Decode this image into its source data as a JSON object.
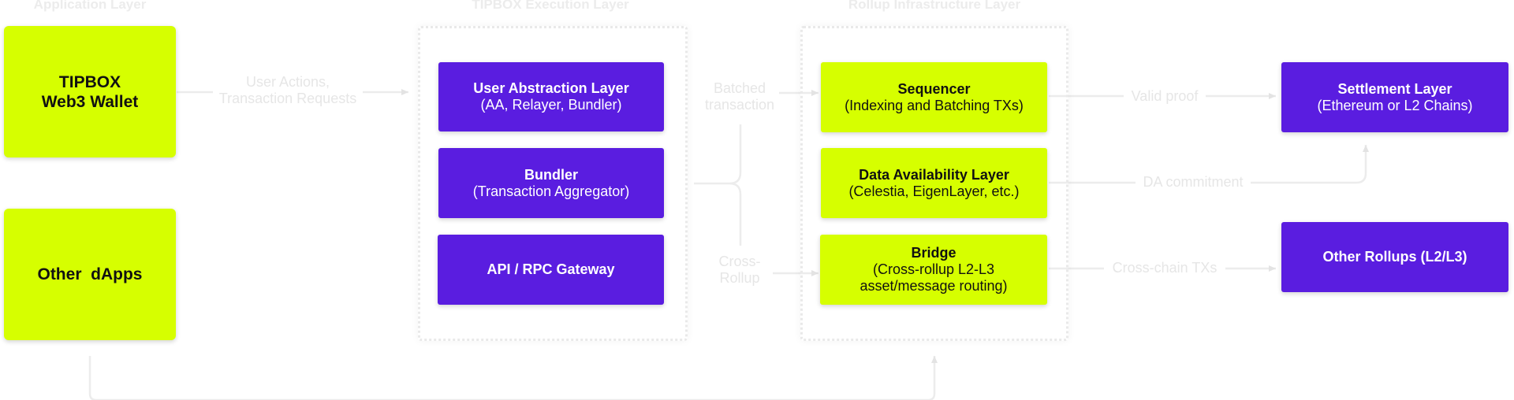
{
  "layers": {
    "application": "Application Layer",
    "execution": "TIPBOX Execution Layer",
    "rollup": "Rollup Infrastructure Layer"
  },
  "application": {
    "wallet": {
      "line1": "TIPBOX",
      "line2": "Web3 Wallet"
    },
    "dapps": "Other  dApps"
  },
  "execution": {
    "user_abstraction": {
      "title": "User Abstraction Layer",
      "sub": "(AA, Relayer, Bundler)"
    },
    "bundler": {
      "title": "Bundler",
      "sub": "(Transaction Aggregator)"
    },
    "gateway": {
      "title": "API / RPC Gateway"
    }
  },
  "rollup": {
    "sequencer": {
      "title": "Sequencer",
      "sub": "(Indexing and Batching TXs)"
    },
    "data_availability": {
      "title": "Data Availability Layer",
      "sub": "(Celestia, EigenLayer, etc.)"
    },
    "bridge": {
      "title": "Bridge",
      "sub1": "(Cross-rollup L2-L3",
      "sub2": "asset/message routing)"
    }
  },
  "targets": {
    "settlement": {
      "title": "Settlement Layer",
      "sub": "(Ethereum or L2 Chains)"
    },
    "other_rollups": {
      "title": "Other Rollups (L2/L3)"
    }
  },
  "edges": {
    "user_actions": {
      "line1": "User Actions,",
      "line2": "Transaction Requests"
    },
    "batched": {
      "line1": "Batched",
      "line2": "transaction"
    },
    "cross_rollup": {
      "line1": "Cross-",
      "line2": "Rollup"
    },
    "valid_proof": "Valid proof",
    "da_commitment": "DA commitment",
    "cross_chain": "Cross-chain TXs"
  },
  "colors": {
    "purple": "#5a1de0",
    "lime": "#d6ff00",
    "faint": "#e6e6e6"
  }
}
